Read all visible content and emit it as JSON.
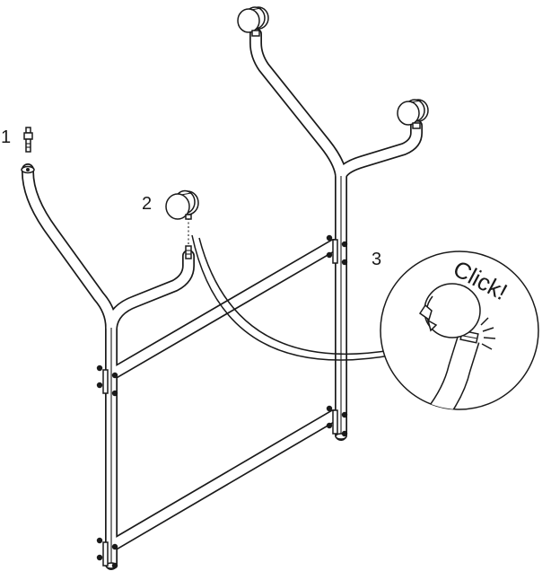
{
  "diagram": {
    "step_labels": [
      {
        "id": "1",
        "text": "1"
      },
      {
        "id": "2",
        "text": "2"
      },
      {
        "id": "3",
        "text": "3"
      }
    ],
    "callout": {
      "text": "Click!"
    },
    "colors": {
      "line": "#1a1a1a",
      "background": "#ffffff"
    }
  }
}
